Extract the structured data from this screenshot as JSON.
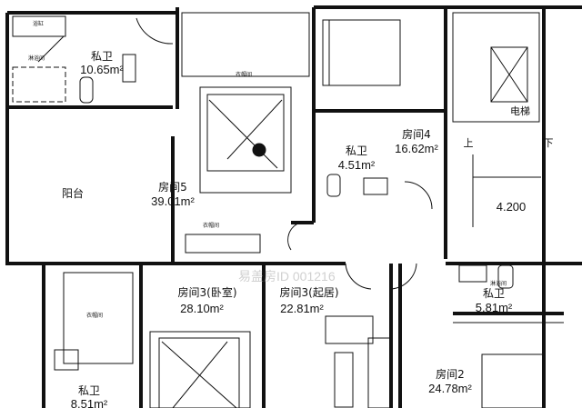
{
  "rooms": [
    {
      "name": "私卫",
      "area": "10.65m²"
    },
    {
      "name": "房间5",
      "area": "39.01m²"
    },
    {
      "name": "阳台",
      "area": ""
    },
    {
      "name": "私卫",
      "area": "4.51m²"
    },
    {
      "name": "房间4",
      "area": "16.62m²"
    },
    {
      "name": "房间3(卧室)",
      "area": "28.10m²"
    },
    {
      "name": "房间3(起居)",
      "area": "22.81m²"
    },
    {
      "name": "私卫",
      "area": "5.81m²"
    },
    {
      "name": "房间2",
      "area": "24.78m²"
    },
    {
      "name": "私卫",
      "area": "8.51m²"
    }
  ],
  "fixtures": {
    "bathtub": "浴缸",
    "shower1": "淋浴间",
    "shower2": "淋浴间",
    "closet1": "衣帽间",
    "closet2": "衣帽间",
    "closet3": "衣帽间"
  },
  "stair": {
    "elevator": "电梯",
    "up": "上",
    "down": "下",
    "elevation": "4.200"
  },
  "watermark": "易盖房ID 001216"
}
